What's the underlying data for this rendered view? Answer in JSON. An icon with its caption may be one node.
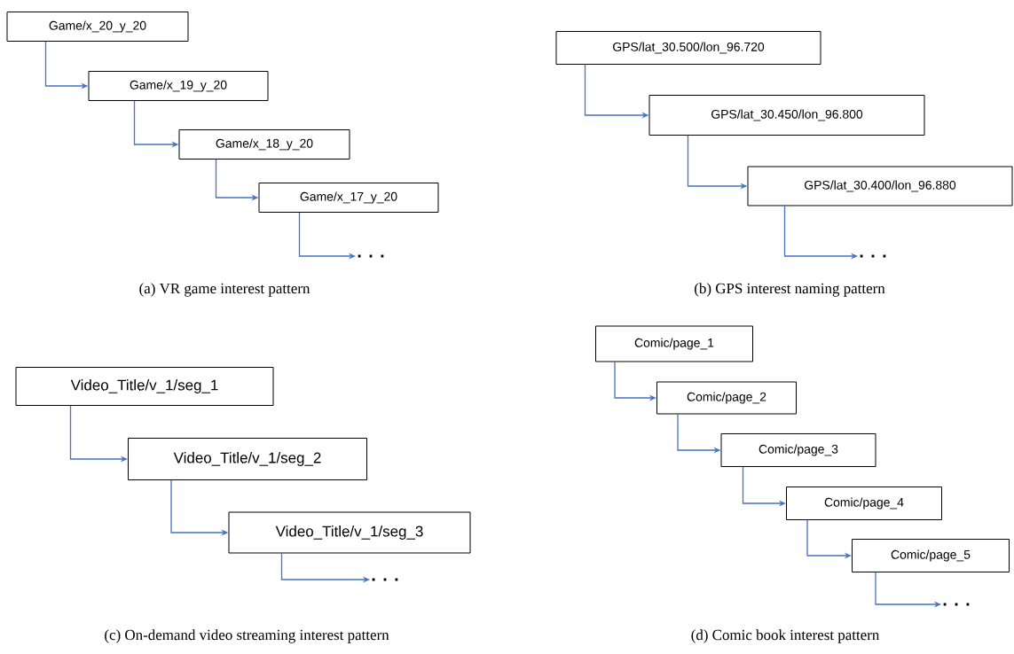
{
  "diagram": {
    "nodes": [
      {
        "text": [
          "Game/x_20_y_20"
        ]
      },
      {
        "text": [
          "Game/x_19_y_20"
        ]
      },
      {
        "text": [
          "Game/x_18_y_20"
        ]
      },
      {
        "text": [
          "Game/x_17_y_20"
        ]
      },
      {
        "text": [
          ". . ."
        ]
      },
      {
        "text": [
          "GPS/lat_30.500/lon_96.720"
        ]
      },
      {
        "text": [
          "GPS/lat_30.450/lon_96.800"
        ]
      },
      {
        "text": [
          "GPS/lat_30.400/lon_96.880"
        ]
      },
      {
        "text": [
          ". . ."
        ]
      },
      {
        "text": [
          "Video_Title/v_1/seg_1"
        ]
      },
      {
        "text": [
          "Video_Title/v_1/seg_2"
        ]
      },
      {
        "text": [
          "Video_Title/v_1/seg_3"
        ]
      },
      {
        "text": [
          ". . ."
        ]
      },
      {
        "text": [
          "Comic/page_1"
        ]
      },
      {
        "text": [
          "Comic/page_2"
        ]
      },
      {
        "text": [
          "Comic/page_3"
        ]
      },
      {
        "text": [
          "Comic/page_4"
        ]
      },
      {
        "text": [
          "Comic/page_5"
        ]
      },
      {
        "text": [
          ". . ."
        ]
      }
    ],
    "edges": [
      {
        "from": 0,
        "to": 1,
        "arrow": "to"
      },
      {
        "from": 1,
        "to": 2,
        "arrow": "to"
      },
      {
        "from": 2,
        "to": 3,
        "arrow": "to"
      },
      {
        "from": 3,
        "to": 4,
        "arrow": "to"
      },
      {
        "from": 5,
        "to": 6,
        "arrow": "to"
      },
      {
        "from": 6,
        "to": 7,
        "arrow": "to"
      },
      {
        "from": 7,
        "to": 8,
        "arrow": "to"
      },
      {
        "from": 9,
        "to": 10,
        "arrow": "to"
      },
      {
        "from": 10,
        "to": 11,
        "arrow": "to"
      },
      {
        "from": 11,
        "to": 12,
        "arrow": "to"
      },
      {
        "from": 13,
        "to": 14,
        "arrow": "to"
      },
      {
        "from": 14,
        "to": 15,
        "arrow": "to"
      },
      {
        "from": 15,
        "to": 16,
        "arrow": "to"
      },
      {
        "from": 16,
        "to": 17,
        "arrow": "to"
      },
      {
        "from": 17,
        "to": 18,
        "arrow": "to"
      }
    ],
    "labels": [
      "(a)  VR game interest pattern",
      "(b)  GPS interest naming pattern",
      "(c)  On-demand video streaming interest pattern",
      "(d)  Comic book interest pattern"
    ]
  }
}
